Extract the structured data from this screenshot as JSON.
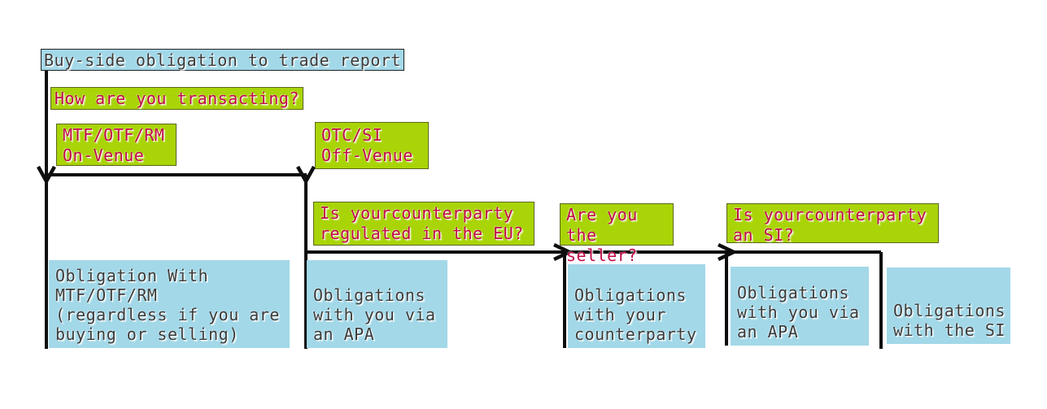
{
  "colors": {
    "green_bg": "#a9d407",
    "blue_bg": "#a2d8e8",
    "question_text": "#c1094a",
    "dark_text": "#3b3b3b",
    "line": "#0e0e0e"
  },
  "title": "Buy-side obligation to trade report",
  "questions": {
    "how_transacting": "How are you transacting?",
    "counterparty_regulated_eu": "Is yourcounterparty\nregulated in the EU?",
    "are_you_seller": "Are you\nthe seller?",
    "counterparty_si": "Is yourcounterparty\nan SI?"
  },
  "answers": {
    "on_venue": "MTF/OTF/RM\nOn-Venue",
    "off_venue": "OTC/SI\nOff-Venue"
  },
  "results": {
    "venue_obligation": "Obligation With\nMTF/OTF/RM\n(regardless if you are\nbuying or selling)",
    "apa_via_you_eu": "Obligations\nwith you via\nan APA",
    "with_counterparty": "Obligations\nwith your\ncounterparty",
    "apa_via_you_seller": "Obligations\nwith you via\nan APA",
    "with_si": "Obligations\nwith the SI"
  }
}
